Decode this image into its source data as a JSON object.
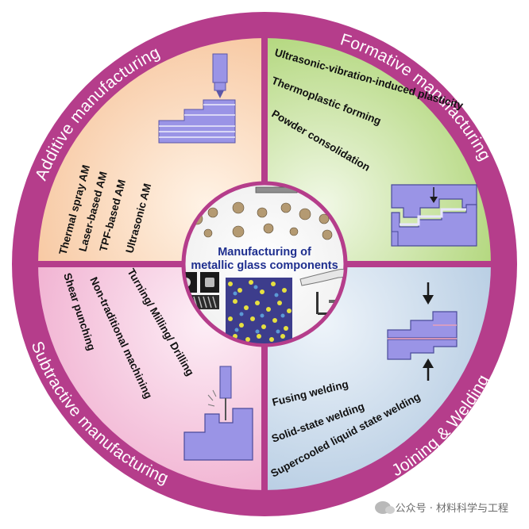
{
  "center": {
    "title_line1": "Manufacturing of",
    "title_line2": "metallic glass components"
  },
  "sections": {
    "additive": {
      "title": "Additive manufacturing",
      "color": "#f7c9a3",
      "items": [
        "Thermal spray AM",
        "Laser-based AM",
        "TPF-based AM",
        "Ultrasonic AM"
      ]
    },
    "formative": {
      "title": "Formative manufacturing",
      "color": "#b9d98a",
      "items": [
        "Ultrasonic-vibration-induced plasticity",
        "Thermoplastic forming",
        "Powder consolidation"
      ]
    },
    "subtractive": {
      "title": "Subtractive manufacturing",
      "color": "#f3b9d6",
      "items": [
        "Shear punching",
        "Non-traditional machining",
        "Turning/ Milling/ Drilling"
      ]
    },
    "joining": {
      "title": "Joining & Welding",
      "color": "#c2d6e8",
      "items": [
        "Fusing welding",
        "Solid-state welding",
        "Supercooled liquid state welding"
      ]
    }
  },
  "colors": {
    "ring": "#b53d8b",
    "divider": "#b53d8b",
    "part": "#9a94e6",
    "center_title": "#1f2f8f"
  },
  "watermark": "公众号 · 材料科学与工程"
}
